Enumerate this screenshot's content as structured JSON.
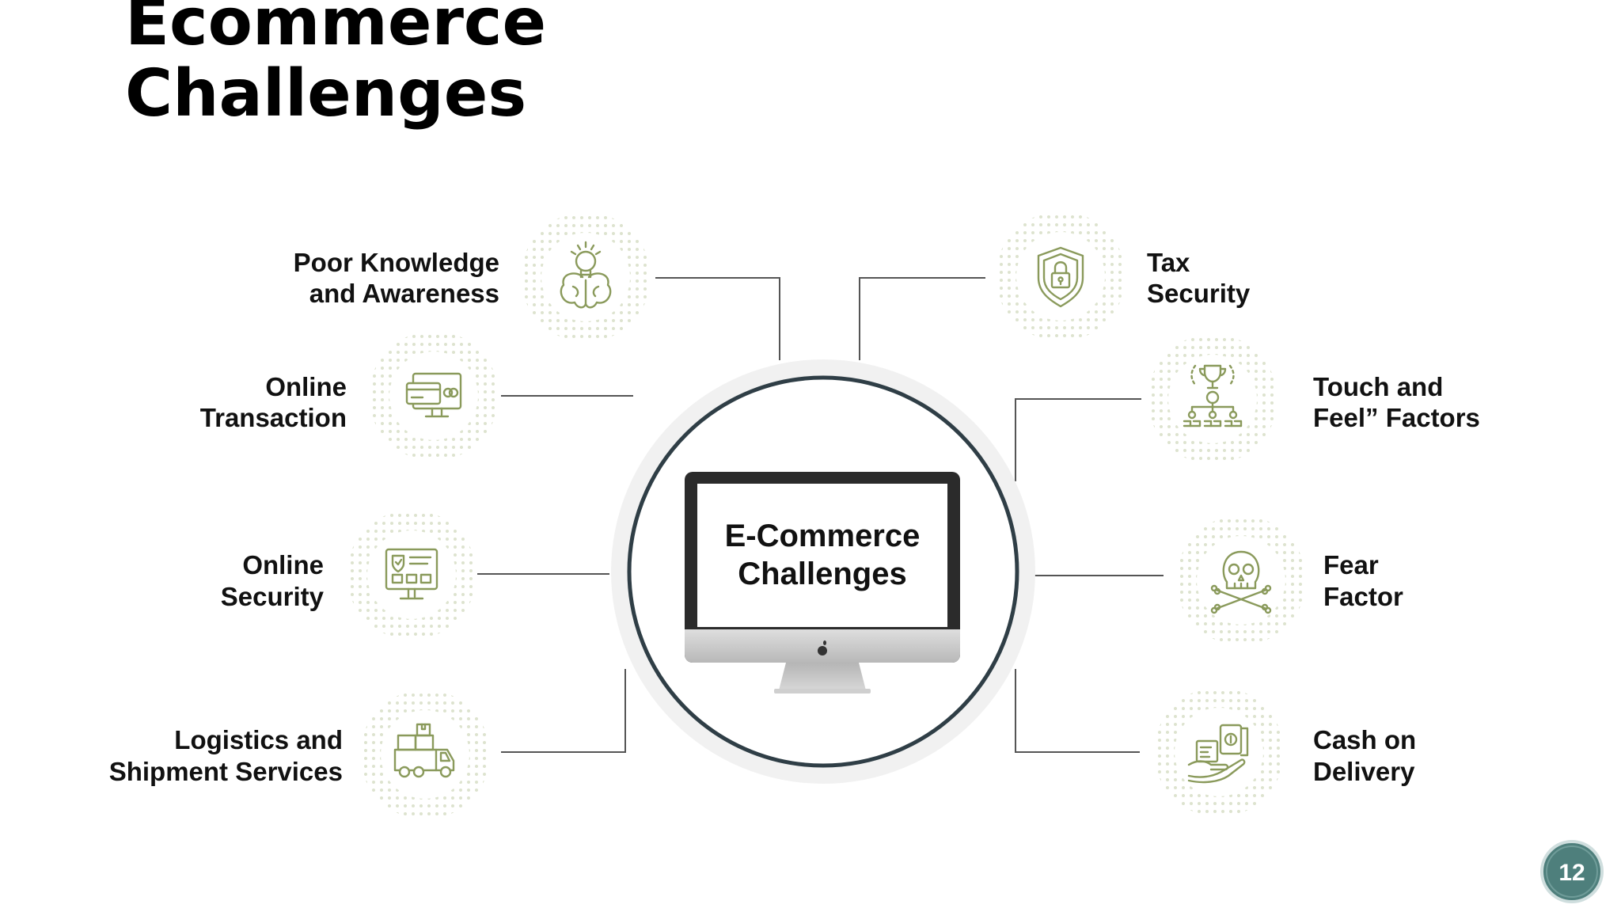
{
  "title": {
    "line1": "Ecommerce",
    "line2": "Challenges"
  },
  "center": {
    "line1": "E-Commerce",
    "line2": "Challenges"
  },
  "items": [
    {
      "icon": "brain-bulb-icon",
      "line1": "Poor Knowledge",
      "line2": "and Awareness"
    },
    {
      "icon": "card-monitor-icon",
      "line1": "Online",
      "line2": "Transaction"
    },
    {
      "icon": "shield-checklist-monitor-icon",
      "line1": "Online",
      "line2": "Security"
    },
    {
      "icon": "delivery-truck-icon",
      "line1": "Logistics and",
      "line2": "Shipment Services"
    },
    {
      "icon": "shield-lock-icon",
      "line1": "Tax",
      "line2": "Security"
    },
    {
      "icon": "trophy-hierarchy-icon",
      "line1": "Touch and",
      "line2": "Feel” Factors"
    },
    {
      "icon": "skull-crossbones-icon",
      "line1": "Fear",
      "line2": "Factor"
    },
    {
      "icon": "cash-hand-icon",
      "line1": "Cash on",
      "line2": "Delivery"
    }
  ],
  "page_number": "12",
  "colors": {
    "icon": "#8a9a5b",
    "line": "#555555",
    "ring": "#2f3e46",
    "badge": "#4e7f7c"
  }
}
